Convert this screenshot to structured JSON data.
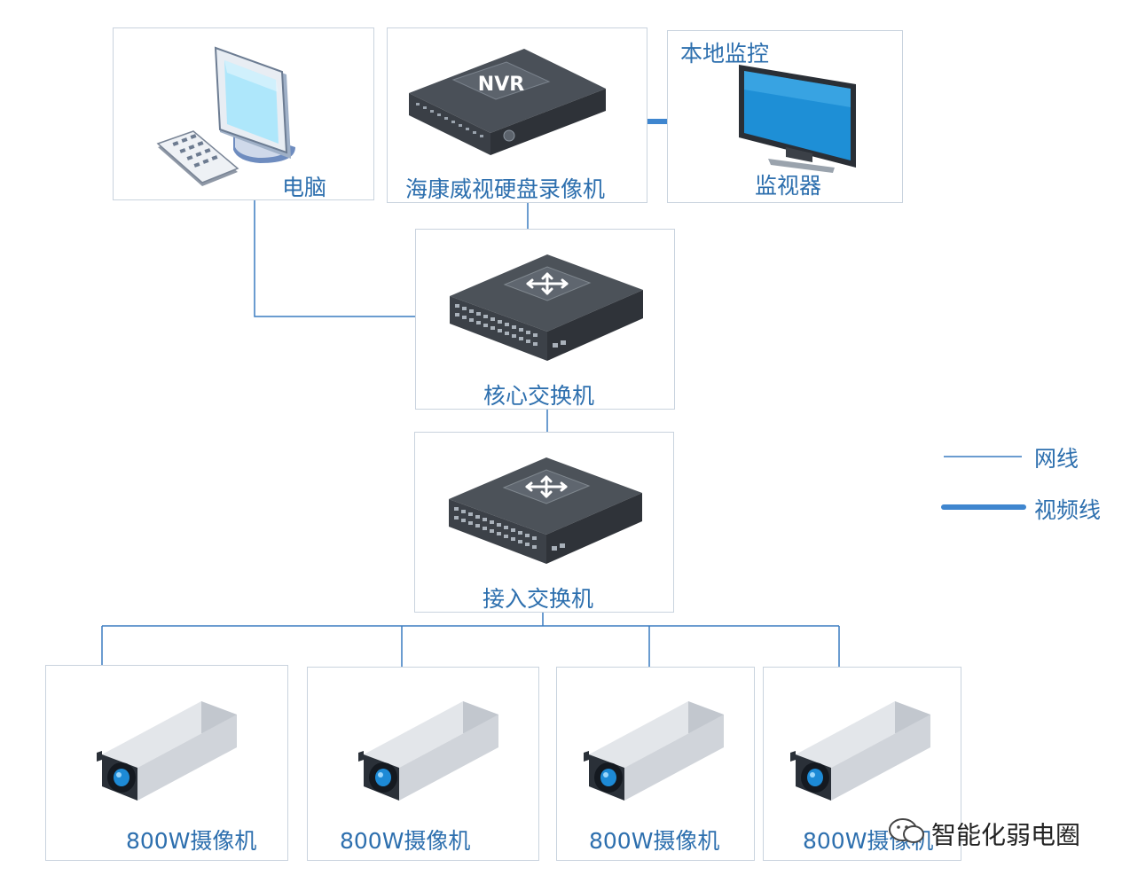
{
  "nodes": {
    "pc": "电脑",
    "nvr": "海康威视硬盘录像机",
    "nvr_badge": "NVR",
    "local_title": "本地监控",
    "monitor": "监视器",
    "core_switch": "核心交换机",
    "access_switch": "接入交换机",
    "cameras": [
      "800W摄像机",
      "800W摄像机",
      "800W摄像机",
      "800W摄像机"
    ]
  },
  "legend": {
    "network": "网线",
    "video": "视频线"
  },
  "watermark": "智能化弱电圈",
  "colors": {
    "line": "#3a7cc0",
    "video_line": "#3f86cf",
    "label": "#2d6fae",
    "border": "#c9d3de"
  }
}
